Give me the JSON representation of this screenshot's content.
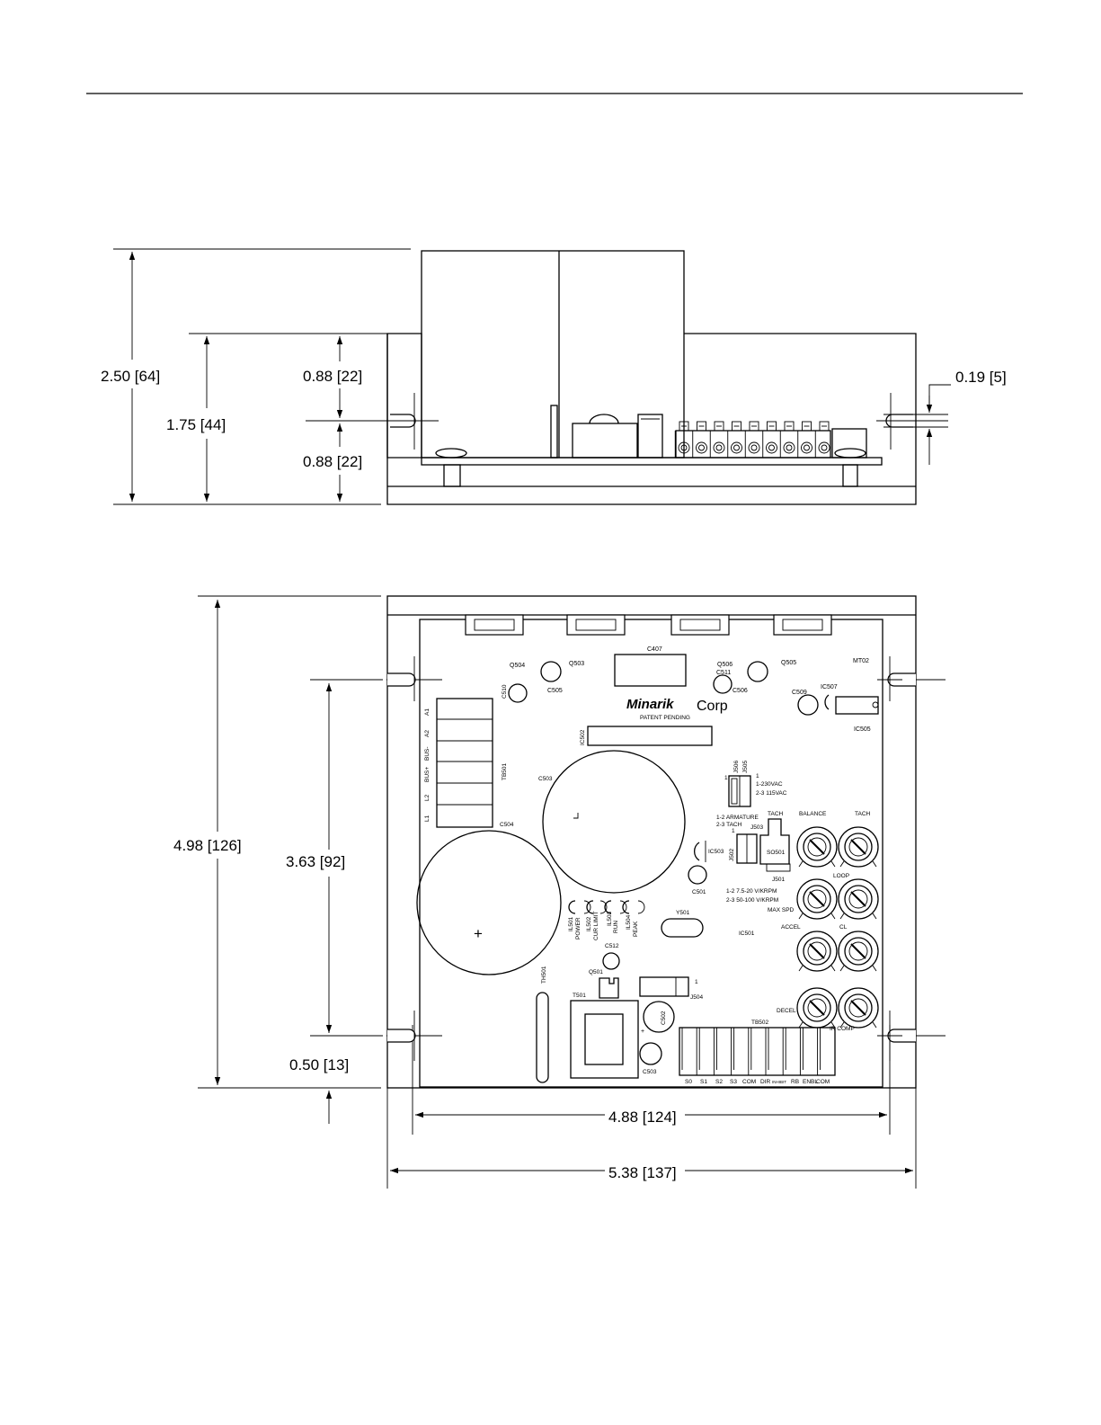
{
  "side_view": {
    "total_height": "2.50 [64]",
    "base_height": "1.75 [44]",
    "upper_half": "0.88 [22]",
    "lower_half": "0.88 [22]",
    "slot_width": "0.19 [5]"
  },
  "top_view": {
    "overall_height": "4.98 [126]",
    "hole_spacing_v": "3.63 [92]",
    "hole_offset": "0.50 [13]",
    "hole_spacing_h": "4.88 [124]",
    "overall_width": "5.38 [137]"
  },
  "board": {
    "logo_a": "Minarik",
    "logo_b": "Corp",
    "patent": "PATENT PENDING",
    "refs": {
      "q504": "Q504",
      "q503": "Q503",
      "c407": "C407",
      "q506": "Q506",
      "c511": "C511",
      "q505": "Q505",
      "mt02": "MT02",
      "c510": "C510",
      "c505": "C505",
      "c506": "C506",
      "c509": "C509",
      "ic507": "IC507",
      "ic505": "IC505",
      "ic502": "IC502",
      "c503": "C503",
      "c504": "C504",
      "tb501": "TB501",
      "j506": "J506",
      "j505": "J505",
      "j506_sel_1": "1-230VAC",
      "j506_sel_2": "2-3 115VAC",
      "j502_sel_1": "1-2 ARMATURE",
      "j502_sel_2": "2-3 TACH",
      "tach_top": "TACH",
      "j503": "J503",
      "j502": "J502",
      "ic503": "IC503",
      "so501": "SO501",
      "c501": "C501",
      "j501": "J501",
      "j501_sel_1": "1-2 7.5-20 V/KRPM",
      "j501_sel_2": "2-3 50-100 V/KRPM",
      "balance": "BALANCE",
      "tach_pot": "TACH",
      "loop": "LOOP",
      "max_spd": "MAX SPD",
      "accel": "ACCEL",
      "cl": "CL",
      "decel": "DECEL",
      "ir_comp": "IR COMP",
      "led_power": "POWER",
      "led_cl": "CUR LIMIT",
      "led_run": "RUN",
      "led_peak": "PEAK",
      "il501": "IL501",
      "il502": "IL502",
      "il503": "IL503",
      "il504": "IL504",
      "y501": "Y501",
      "ic501": "IC501",
      "c512": "C512",
      "q501": "Q501",
      "th501": "TH501",
      "t501": "T501",
      "c502": "C502",
      "c503b": "C503",
      "tb502": "TB502",
      "j504": "J504",
      "one": "1"
    },
    "tb501_terms": [
      "A1",
      "A2",
      "BUS-",
      "BUS+",
      "L2",
      "L1"
    ],
    "tb502_terms": [
      "S0",
      "S1",
      "S2",
      "S3",
      "COM",
      "DIR",
      "INHIBIT",
      "RB",
      "ENBL",
      "COM"
    ]
  }
}
